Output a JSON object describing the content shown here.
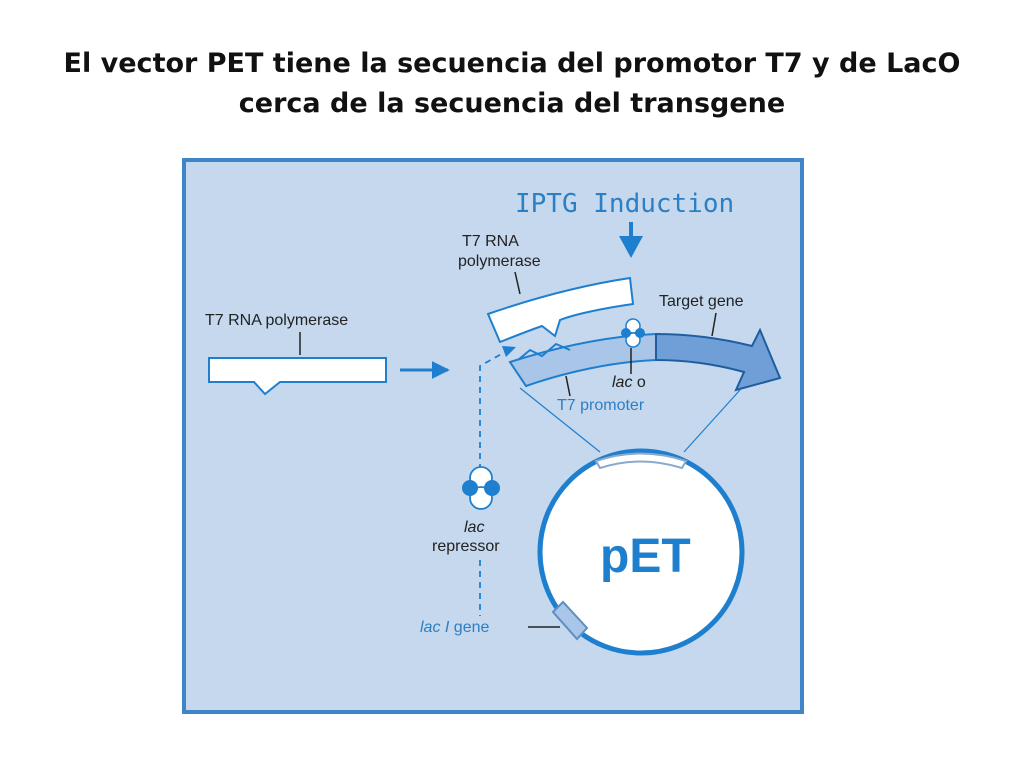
{
  "title": {
    "line1": "El vector PET tiene la secuencia del promotor T7 y de LacO",
    "line2": "cerca de la secuencia del transgene"
  },
  "diagram": {
    "induction_label": "IPTG Induction",
    "t7_rna_polymerase_top_line1": "T7 RNA",
    "t7_rna_polymerase_top_line2": "polymerase",
    "t7_rna_polymerase_left": "T7 RNA polymerase",
    "target_gene": "Target gene",
    "lac_o_italic": "lac",
    "lac_o_suffix": " o",
    "t7_promoter": "T7 promoter",
    "lac_repressor_italic": "lac",
    "lac_repressor_line2": "repressor",
    "plasmid_name": "pET",
    "lac_i_gene_italic": "lac I",
    "lac_i_gene_suffix": " gene"
  },
  "colors": {
    "panel_bg": "#c5d8ee",
    "accent_blue": "#1e7fcf",
    "gene_blue": "#6f9fd6",
    "promoter_blue": "#a9c6e9",
    "text_dark": "#222222",
    "text_blue": "#2d7fc4"
  }
}
